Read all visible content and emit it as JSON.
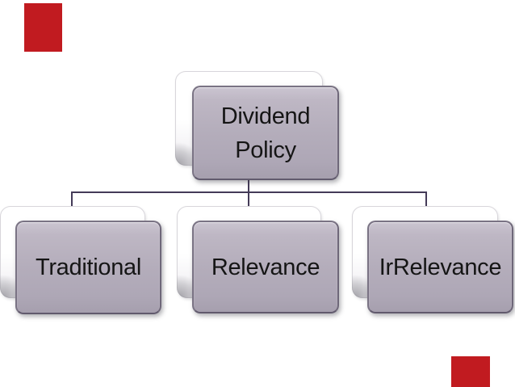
{
  "slide": {
    "background": "#ffffff",
    "accent_bars": [
      {
        "name": "top-left",
        "color": "#c11b20"
      },
      {
        "name": "bottom-right",
        "color": "#c11b20"
      }
    ]
  },
  "diagram": {
    "type": "org-chart-hierarchy",
    "root": {
      "label": "Dividend Policy",
      "line1": "Dividend",
      "line2": "Policy"
    },
    "children": [
      {
        "label": "Traditional"
      },
      {
        "label": "Relevance"
      },
      {
        "label": "IrRelevance"
      }
    ],
    "colors": {
      "accent_red": "#c11b20",
      "node_fill": "#b4adbb",
      "node_border": "#7a7384",
      "back_card_fill": "#ffffff",
      "back_card_border": "#d8d6db",
      "connector": "#443b58",
      "text": "#151515"
    }
  }
}
